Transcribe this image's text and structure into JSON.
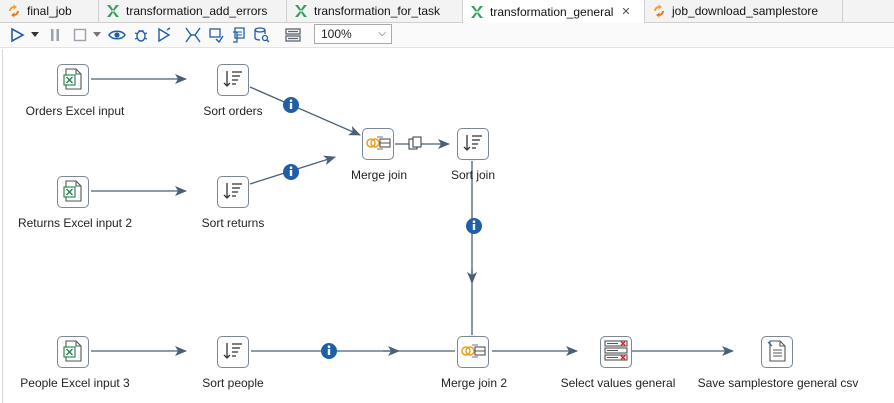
{
  "tabs": [
    {
      "label": "final_job",
      "kind": "job"
    },
    {
      "label": "transformation_add_errors",
      "kind": "transformation"
    },
    {
      "label": "transformation_for_task",
      "kind": "transformation"
    },
    {
      "label": "transformation_general",
      "kind": "transformation",
      "active": true
    },
    {
      "label": "job_download_samplestore",
      "kind": "job"
    }
  ],
  "toolbar": {
    "zoom": "100%"
  },
  "steps": {
    "orders_excel": "Orders Excel input",
    "sort_orders": "Sort orders",
    "returns_excel": "Returns Excel input 2",
    "sort_returns": "Sort returns",
    "merge_join": "Merge join",
    "sort_join": "Sort join",
    "people_excel": "People Excel input 3",
    "sort_people": "Sort people",
    "merge_join_2": "Merge join 2",
    "select_values": "Select values general",
    "save_csv": "Save samplestore general csv"
  },
  "colors": {
    "link": "#4a6075",
    "info_badge": "#1f5fa8",
    "excel_green": "#1e7e45",
    "job_orange": "#f0a030",
    "trans_green": "#2e9e5a"
  }
}
